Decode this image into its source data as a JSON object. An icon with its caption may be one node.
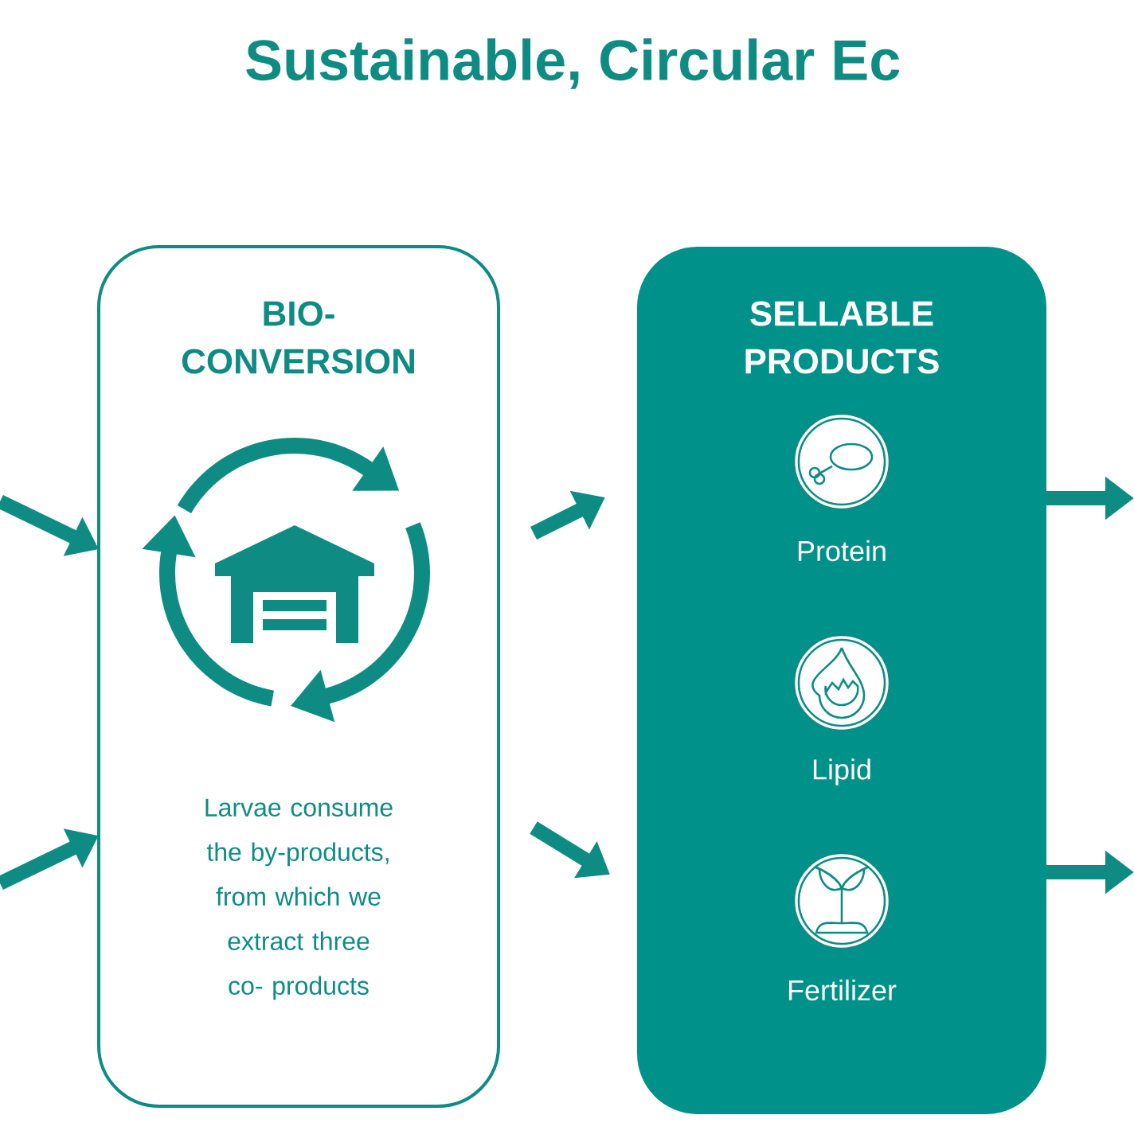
{
  "diagram": {
    "title": "Sustainable, Circular Ec",
    "nodes": [
      {
        "text": [
          "BIO- CONVERSION",
          "Larvae consume the by-products, from which we extract three co- products"
        ]
      },
      {
        "text": [
          "SELLABLE PRODUCTS"
        ]
      },
      {
        "text": [
          "Protein"
        ],
        "in": 1
      },
      {
        "text": [
          "Lipid"
        ],
        "in": 1
      },
      {
        "text": [
          "Fertilizer"
        ],
        "in": 1
      }
    ],
    "edges": [
      {
        "from": null,
        "to": 0,
        "arrow": "to"
      },
      {
        "from": null,
        "to": 0,
        "arrow": "to"
      },
      {
        "from": 0,
        "to": 1,
        "arrow": "to"
      },
      {
        "from": 0,
        "to": 1,
        "arrow": "to"
      },
      {
        "from": 1,
        "to": null,
        "arrow": "to"
      },
      {
        "from": 1,
        "to": null,
        "arrow": "to"
      }
    ]
  }
}
